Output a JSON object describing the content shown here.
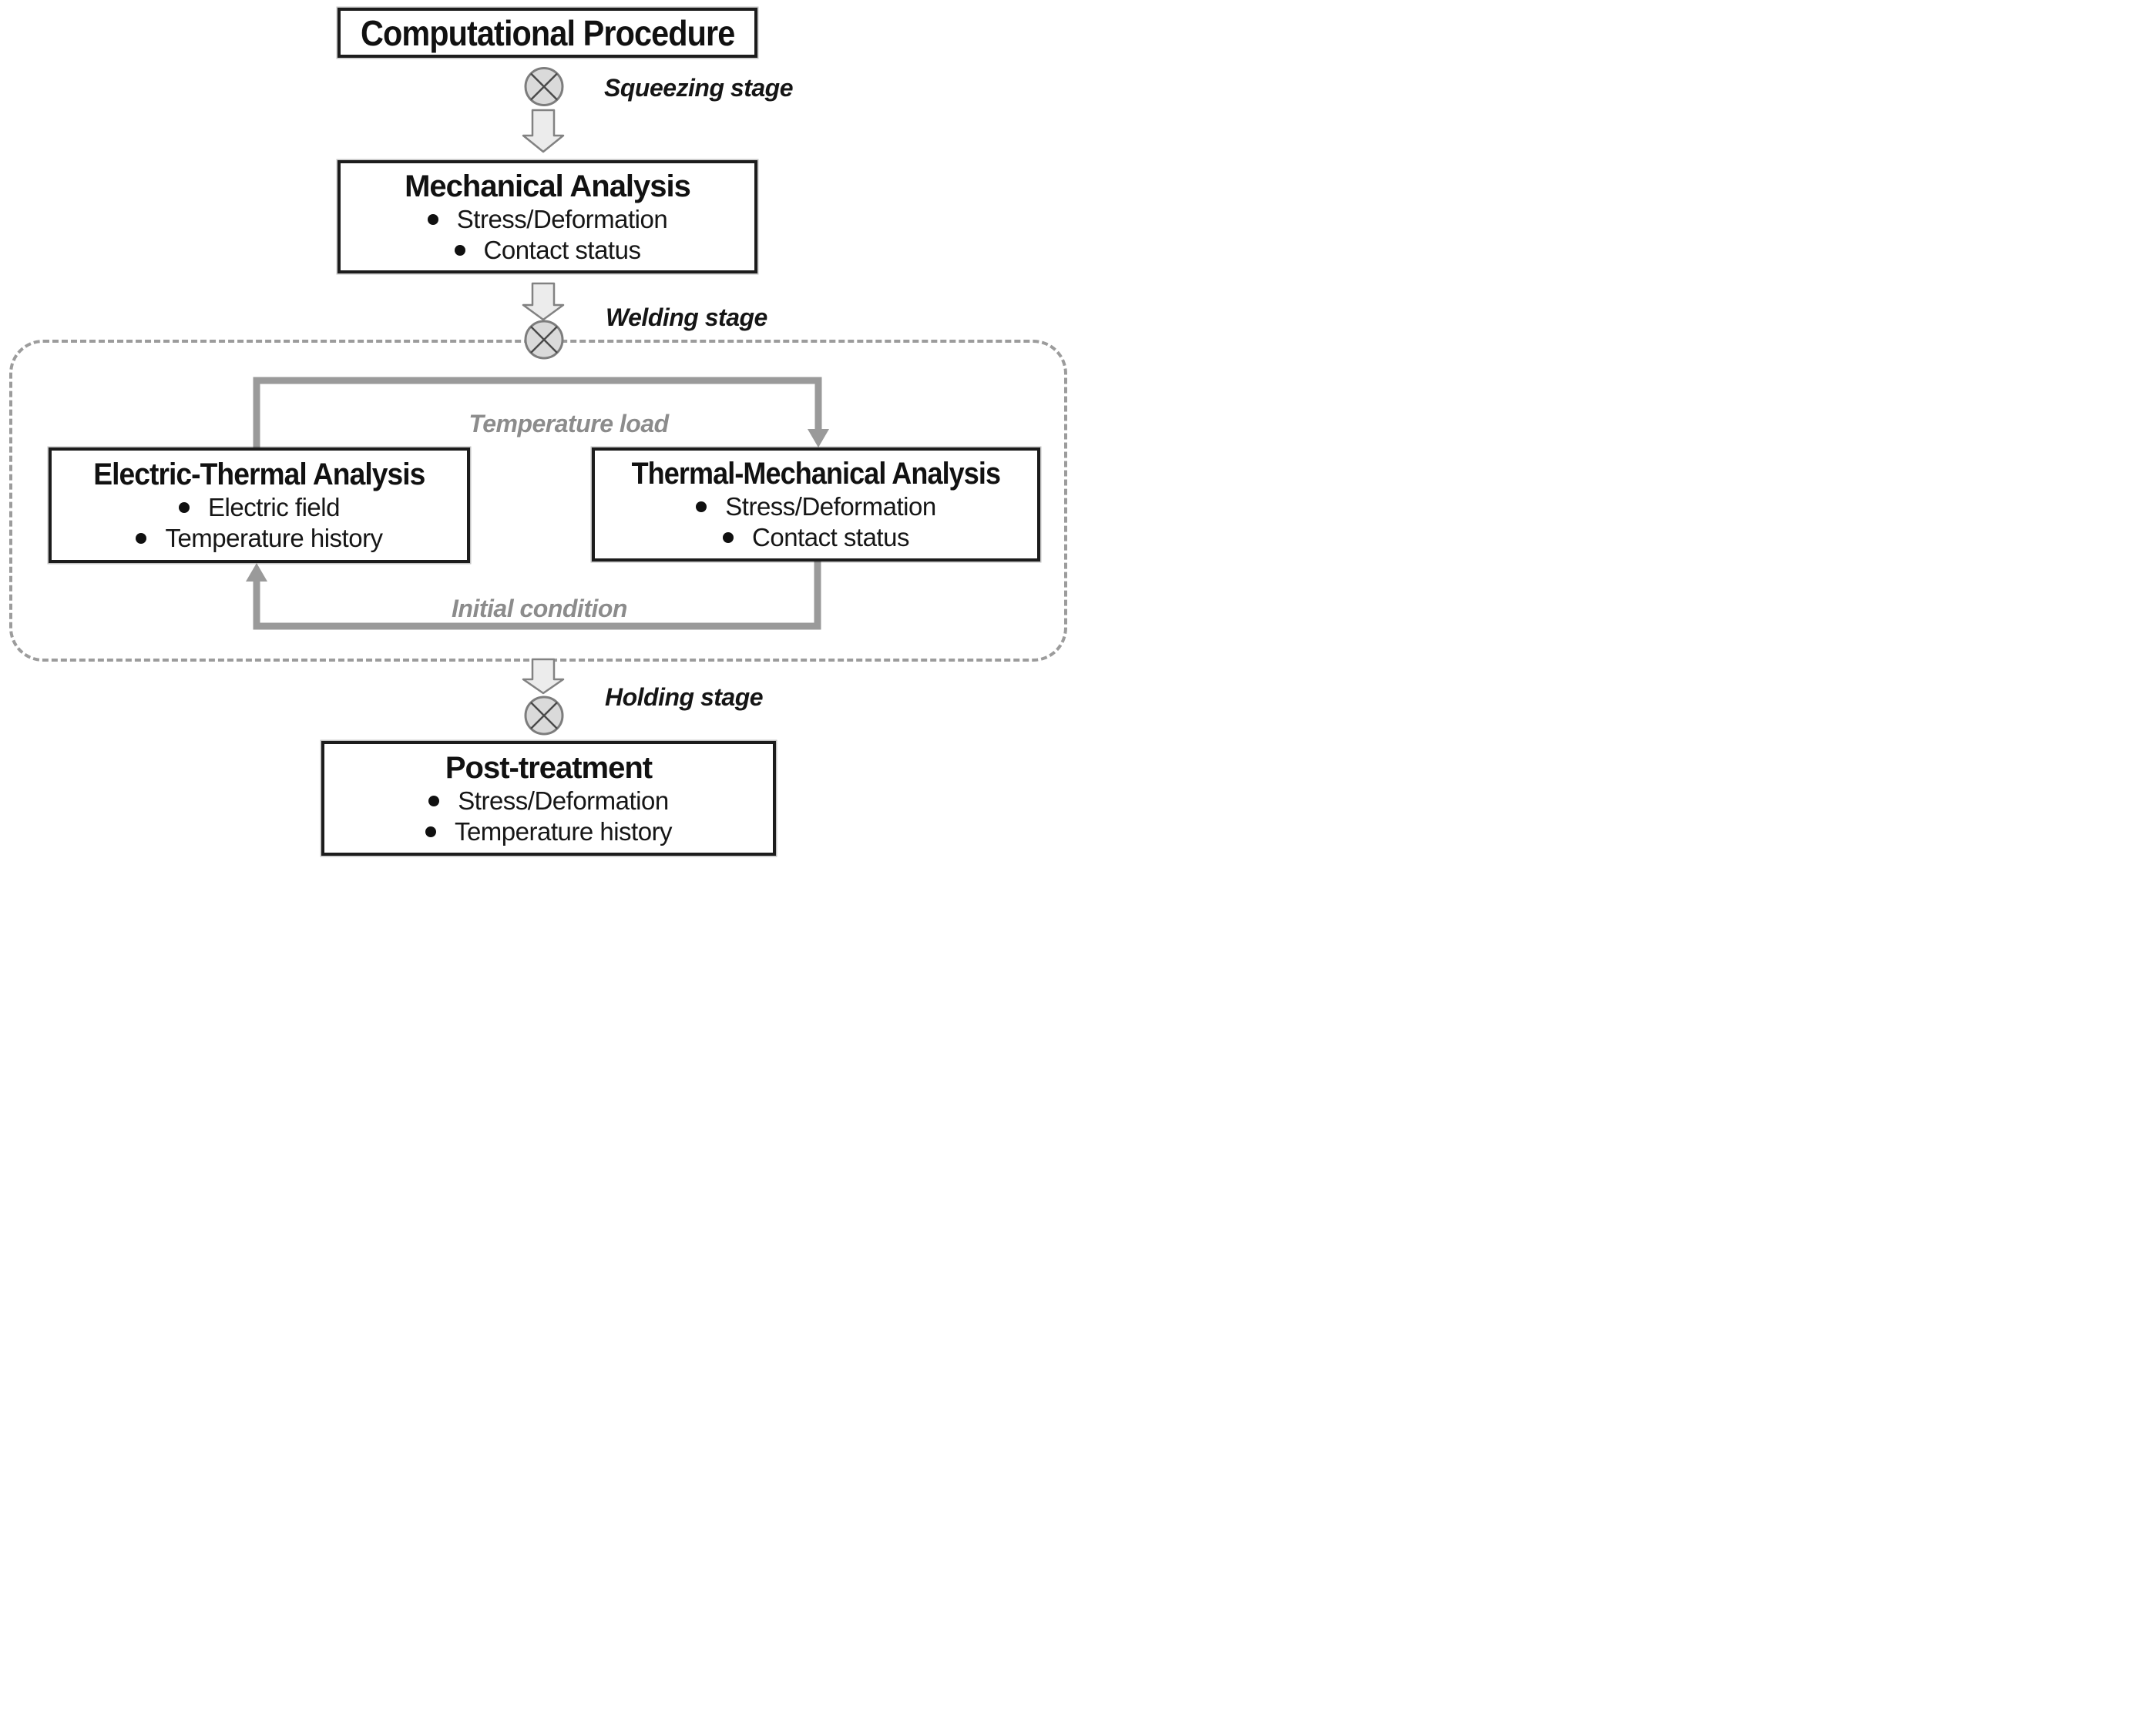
{
  "header": {
    "title": "Computational Procedure"
  },
  "stages": {
    "squeezing": "Squeezing stage",
    "welding": "Welding stage",
    "holding": "Holding stage"
  },
  "boxes": {
    "mechanical": {
      "title": "Mechanical Analysis",
      "bullets": [
        "Stress/Deformation",
        "Contact status"
      ]
    },
    "electric_thermal": {
      "title": "Electric-Thermal Analysis",
      "bullets": [
        "Electric field",
        "Temperature history"
      ]
    },
    "thermal_mechanical": {
      "title": "Thermal-Mechanical Analysis",
      "bullets": [
        "Stress/Deformation",
        "Contact status"
      ]
    },
    "post_treatment": {
      "title": "Post-treatment",
      "bullets": [
        "Stress/Deformation",
        "Temperature history"
      ]
    }
  },
  "loop_labels": {
    "temperature_load": "Temperature load",
    "initial_condition": "Initial condition"
  },
  "icons": {
    "stage_marker": "circle-x-marker",
    "flow_arrow": "hollow-down-arrow"
  },
  "colors": {
    "ink": "#1c1c1c",
    "loop_line": "#9a9a9a",
    "loop_label_gray": "#8c8c8c",
    "dashed_border": "#9c9c9c",
    "marker_fill": "#dadada",
    "marker_stroke": "#7d7d7d",
    "arrow_fill": "#ececec",
    "arrow_stroke": "#828282"
  }
}
